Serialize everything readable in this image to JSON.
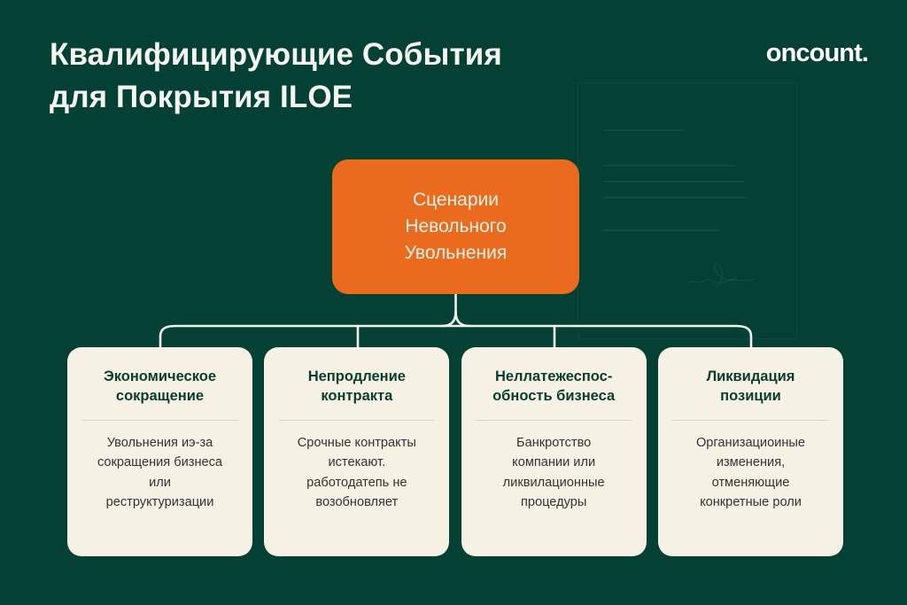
{
  "header": {
    "title": "Квалифицирующие События\nдля Покрытия ILOE",
    "logo": "oncount."
  },
  "colors": {
    "background": "#054034",
    "accent_orange": "#EA6A1E",
    "card_background": "#F6F1E5",
    "card_title": "#0B3D2C",
    "card_body": "#333330",
    "title_text": "#F4F5F0",
    "connector": "#F2F2EC"
  },
  "diagram": {
    "root": {
      "label": "Сценарии\nНевольного\nУвольнения"
    },
    "cards": [
      {
        "title": "Экономическое\nсокращение",
        "body": "Увольнения иэ-за\nсокращения бизнеса\nили\nреструктуризации"
      },
      {
        "title": "Непродление\nконтракта",
        "body": "Срочные контракты\nистекают.\nработодатепь не\nвозобновляет"
      },
      {
        "title": "Неллатежеспос-\nобность бизнеса",
        "body": "Банкротство\nкомпании или\nликвилационные\nпроцедуры"
      },
      {
        "title": "Ликвидация\nпозиции",
        "body": "Организациоиные\nизменения,\nотменяющие\nконкретные роли"
      }
    ]
  },
  "decor": {
    "watermark_icon": "document-with-signature-icon"
  }
}
